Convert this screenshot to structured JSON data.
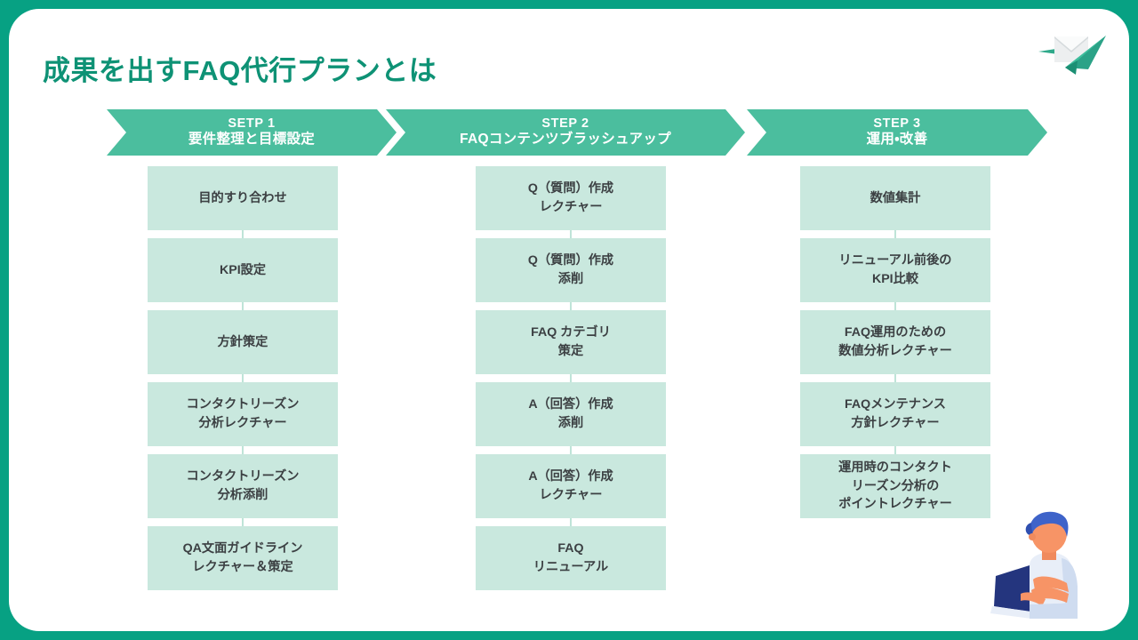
{
  "slide": {
    "title": "成果を出すFAQ代行プランとは",
    "frame_color": "#07A183",
    "title_color": "#0E9275",
    "banner_color": "#4BBE9E",
    "card_color": "#C9E8DE",
    "card_text_color": "#3C4043"
  },
  "logo": {
    "name": "envelope-paperplane-logo"
  },
  "illustration": {
    "name": "person-with-laptop-illustration"
  },
  "steps": [
    {
      "num": "SETP 1",
      "name": "要件整理と目標設定",
      "items": [
        "目的すり合わせ",
        "KPI設定",
        "方針策定",
        "コンタクトリーズン\n分析レクチャー",
        "コンタクトリーズン\n分析添削",
        "QA文面ガイドライン\nレクチャー＆策定"
      ]
    },
    {
      "num": "STEP 2",
      "name": "FAQコンテンツブラッシュアップ",
      "items": [
        "Q（質問）作成\nレクチャー",
        "Q（質問）作成\n添削",
        "FAQ カテゴリ\n策定",
        "A（回答）作成\n添削",
        "A（回答）作成\nレクチャー",
        "FAQ\nリニューアル"
      ]
    },
    {
      "num": "STEP 3",
      "name": "運用・改善",
      "items": [
        "数値集計",
        "リニューアル前後の\nKPI比較",
        "FAQ運用のための\n数値分析レクチャー",
        "FAQメンテナンス\n方針レクチャー",
        "運用時のコンタクト\nリーズン分析の\nポイントレクチャー"
      ]
    }
  ]
}
